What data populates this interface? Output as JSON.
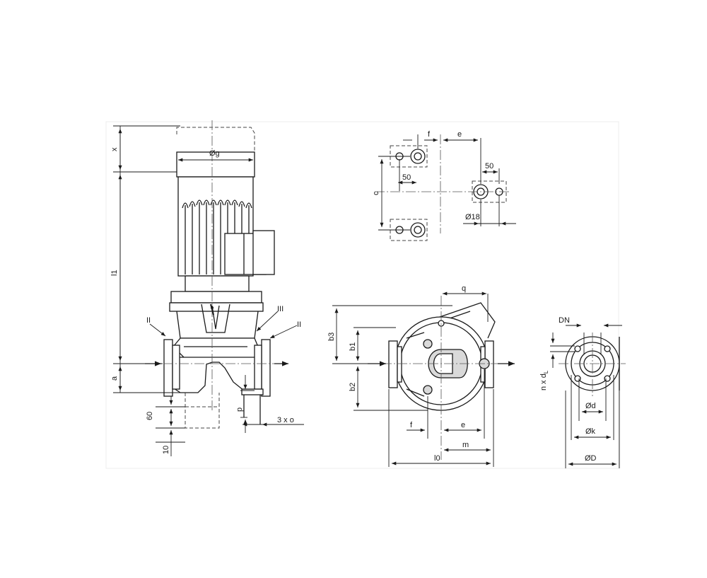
{
  "figure": {
    "labels": {
      "x": "x",
      "l1": "l1",
      "a": "a",
      "g": "Øg",
      "roman2_left": "II",
      "roman3": "III",
      "roman2_right": "II",
      "sixty": "60",
      "ten": "10",
      "p": "p",
      "threexo": "3 x o",
      "f_top": "f",
      "e_top": "e",
      "fifty_left": "50",
      "fifty_right": "50",
      "c": "c",
      "d18": "Ø18",
      "q": "q",
      "b3": "b3",
      "b1": "b1",
      "b2": "b2",
      "f_bottom": "f",
      "e_bottom": "e",
      "m": "m",
      "l0": "l0",
      "dn": "DN",
      "nxd_main": "n x d",
      "nxd_sub": "L",
      "od": "Ød",
      "ok": "Øk",
      "oD": "ØD"
    }
  }
}
